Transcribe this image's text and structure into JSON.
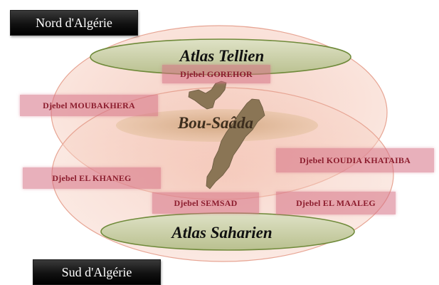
{
  "north_label": "Nord d'Algérie",
  "south_label": "Sud  d'Algérie",
  "regions": {
    "atlas_tellien": "Atlas Tellien",
    "bou_saada": "Bou-Saâda",
    "atlas_saharien": "Atlas Saharien"
  },
  "mountains": {
    "gorehor": "Djebel  GOREHOR",
    "moubakhera": "Djebel  MOUBAKHERA",
    "koudia_khataiba": "Djebel  KOUDIA KHATAIBA",
    "el_khaneg": "Djebel  EL KHANEG",
    "semsad": "Djebel  SEMSAD",
    "el_maaleg": "Djebel  EL MAALEG"
  },
  "colors": {
    "outer_ellipse_fill": "#f8d9cf",
    "inner_ellipse_fill": "#f6cbbf",
    "ellipse_stroke": "#e7a594",
    "atlas_band_fill": "#c9cfa8",
    "atlas_band_stroke": "#6f8a3a",
    "bou_saada_band_fill": "#d9b590",
    "map_shape_fill": "#8a7555",
    "label_fill": "#d66f84",
    "label_text": "#8c1d2e"
  }
}
